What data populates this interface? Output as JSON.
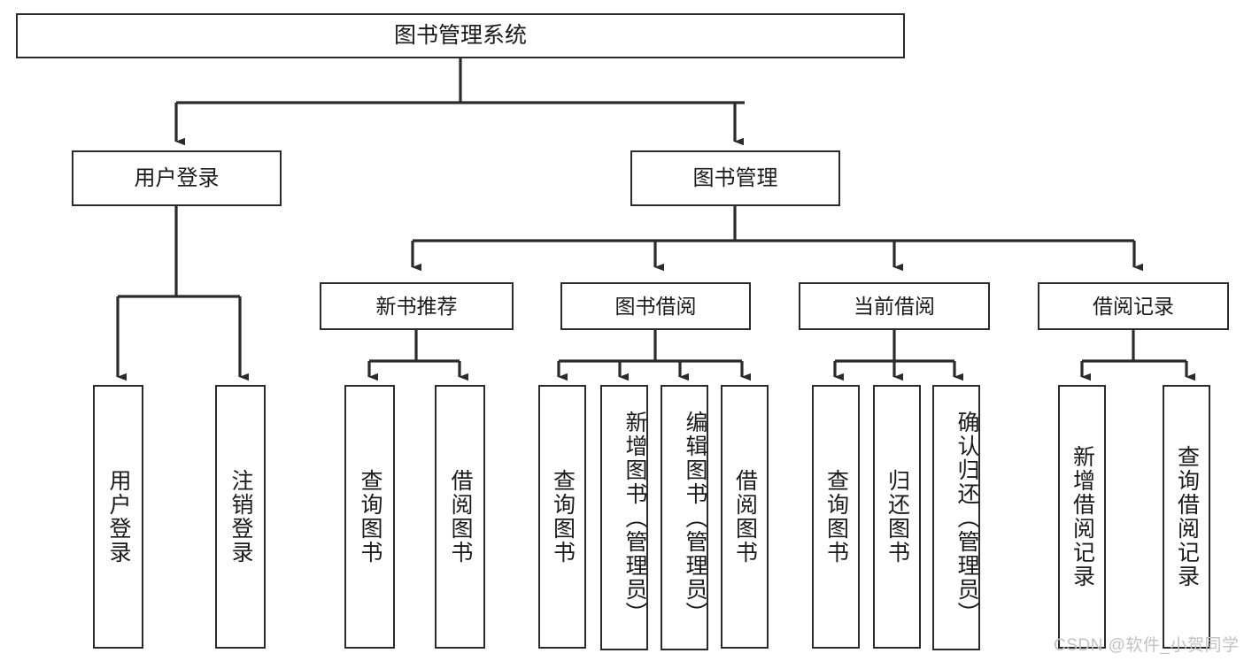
{
  "diagram": {
    "title": "图书管理系统",
    "type": "tree-hierarchy",
    "watermark": "CSDN @软件_小贺同学",
    "colors": {
      "stroke": "#2b2b2b",
      "background": "#ffffff",
      "text": "#1a1a1a",
      "watermark": "#c2c2c2"
    },
    "root": {
      "label": "图书管理系统"
    },
    "level2": [
      {
        "id": "user-login",
        "label": "用户登录"
      },
      {
        "id": "book-management",
        "label": "图书管理"
      }
    ],
    "level3": [
      {
        "id": "new-book-recommend",
        "label": "新书推荐"
      },
      {
        "id": "book-borrow",
        "label": "图书借阅"
      },
      {
        "id": "current-borrow",
        "label": "当前借阅"
      },
      {
        "id": "borrow-record",
        "label": "借阅记录"
      }
    ],
    "leaves": {
      "user-login": [
        {
          "id": "leaf-user-login",
          "label": "用户登录"
        },
        {
          "id": "leaf-logout",
          "label": "注销登录"
        }
      ],
      "new-book-recommend": [
        {
          "id": "leaf-query-book-1",
          "label": "查询图书"
        },
        {
          "id": "leaf-borrow-book-1",
          "label": "借阅图书"
        }
      ],
      "book-borrow": [
        {
          "id": "leaf-query-book-2",
          "label": "查询图书"
        },
        {
          "id": "leaf-add-book-admin",
          "label": "新增图书（管理员）"
        },
        {
          "id": "leaf-edit-book-admin",
          "label": "编辑图书（管理员）"
        },
        {
          "id": "leaf-borrow-book-2",
          "label": "借阅图书"
        }
      ],
      "current-borrow": [
        {
          "id": "leaf-query-book-3",
          "label": "查询图书"
        },
        {
          "id": "leaf-return-book",
          "label": "归还图书"
        },
        {
          "id": "leaf-confirm-return-admin",
          "label": "确认归还（管理员）"
        }
      ],
      "borrow-record": [
        {
          "id": "leaf-add-borrow-record",
          "label": "新增借阅记录"
        },
        {
          "id": "leaf-query-borrow-record",
          "label": "查询借阅记录"
        }
      ]
    }
  }
}
